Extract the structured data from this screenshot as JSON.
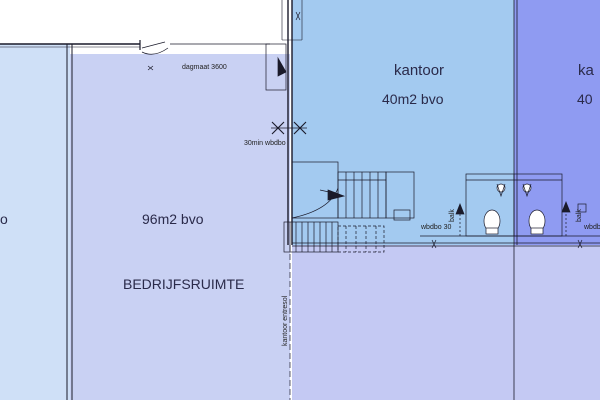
{
  "colors": {
    "left_strip": "#cfe0f7",
    "bedrijfsruimte": "#c9d1f3",
    "kantoor": "#a3caf0",
    "right_office": "#8f9bf2",
    "lower_right": "#c4c9f3",
    "wall": "#1a1a2a",
    "text": "#2a2a4a"
  },
  "plan": {
    "kantoor_label": "kantoor",
    "kantoor_area": "40m2 bvo",
    "right_label_partial": "ka",
    "right_area_partial": "40",
    "bedrijf_area": "96m2 bvo",
    "bedrijf_label": "BEDRIJFSRUIMTE",
    "left_area_partial": "o",
    "dagmaat": "dagmaat 3600",
    "wbdbo_30min": "30min wbdbo",
    "kantoor_entresol": "kantoor entresol",
    "wbdbo_30_left": "wbdbo 30",
    "wbdbo_right": "wbdbo",
    "balk_left": "balk",
    "balk_right": "balk"
  }
}
